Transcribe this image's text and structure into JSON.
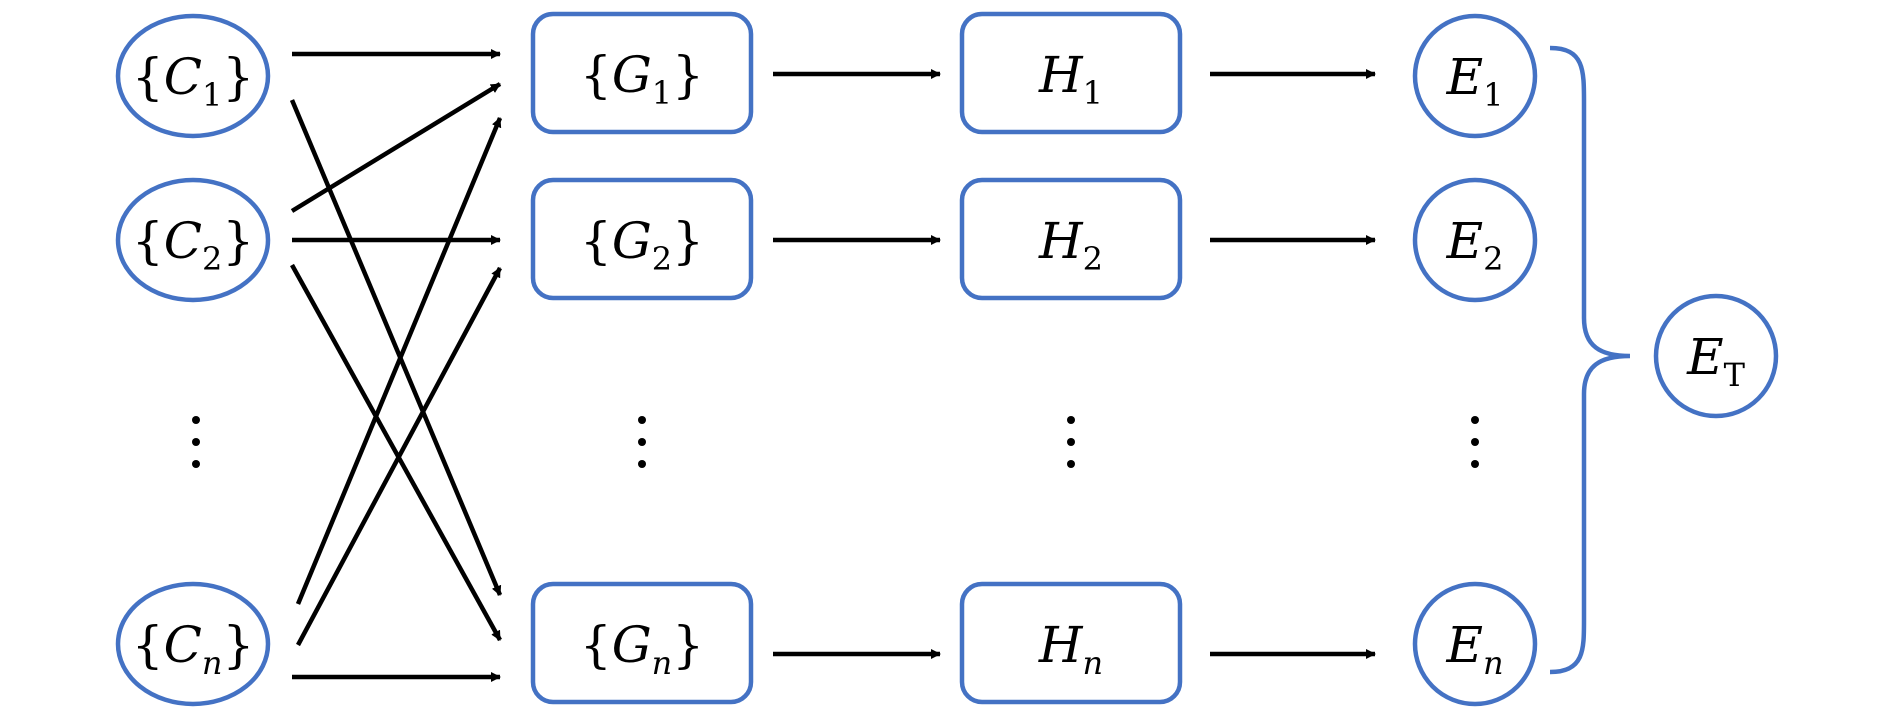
{
  "diagram": {
    "columns": {
      "C": {
        "nodes": [
          {
            "open": "{",
            "base": "C",
            "sub": "1",
            "close": "}"
          },
          {
            "open": "{",
            "base": "C",
            "sub": "2",
            "close": "}"
          },
          {
            "open": "{",
            "base": "C",
            "sub": "n",
            "close": "}"
          }
        ]
      },
      "G": {
        "nodes": [
          {
            "open": "{",
            "base": "G",
            "sub": "1",
            "close": "}"
          },
          {
            "open": "{",
            "base": "G",
            "sub": "2",
            "close": "}"
          },
          {
            "open": "{",
            "base": "G",
            "sub": "n",
            "close": "}"
          }
        ]
      },
      "H": {
        "nodes": [
          {
            "base": "H",
            "sub": "1"
          },
          {
            "base": "H",
            "sub": "2"
          },
          {
            "base": "H",
            "sub": "n"
          }
        ]
      },
      "E": {
        "nodes": [
          {
            "base": "E",
            "sub": "1"
          },
          {
            "base": "E",
            "sub": "2"
          },
          {
            "base": "E",
            "sub": "n"
          }
        ]
      }
    },
    "total": {
      "base": "E",
      "sub": "T"
    },
    "edges": [
      {
        "from": "C1",
        "to": "G1"
      },
      {
        "from": "C1",
        "to": "Gn"
      },
      {
        "from": "C2",
        "to": "G1"
      },
      {
        "from": "C2",
        "to": "G2"
      },
      {
        "from": "C2",
        "to": "Gn"
      },
      {
        "from": "Cn",
        "to": "G1"
      },
      {
        "from": "Cn",
        "to": "G2"
      },
      {
        "from": "Cn",
        "to": "Gn"
      },
      {
        "from": "G1",
        "to": "H1"
      },
      {
        "from": "G2",
        "to": "H2"
      },
      {
        "from": "Gn",
        "to": "Hn"
      },
      {
        "from": "H1",
        "to": "E1"
      },
      {
        "from": "H2",
        "to": "E2"
      },
      {
        "from": "Hn",
        "to": "En"
      }
    ],
    "brace": {
      "groups": [
        "E1",
        "E2",
        "En"
      ],
      "into": "ET"
    },
    "ellipsis": "vertical-dots"
  }
}
